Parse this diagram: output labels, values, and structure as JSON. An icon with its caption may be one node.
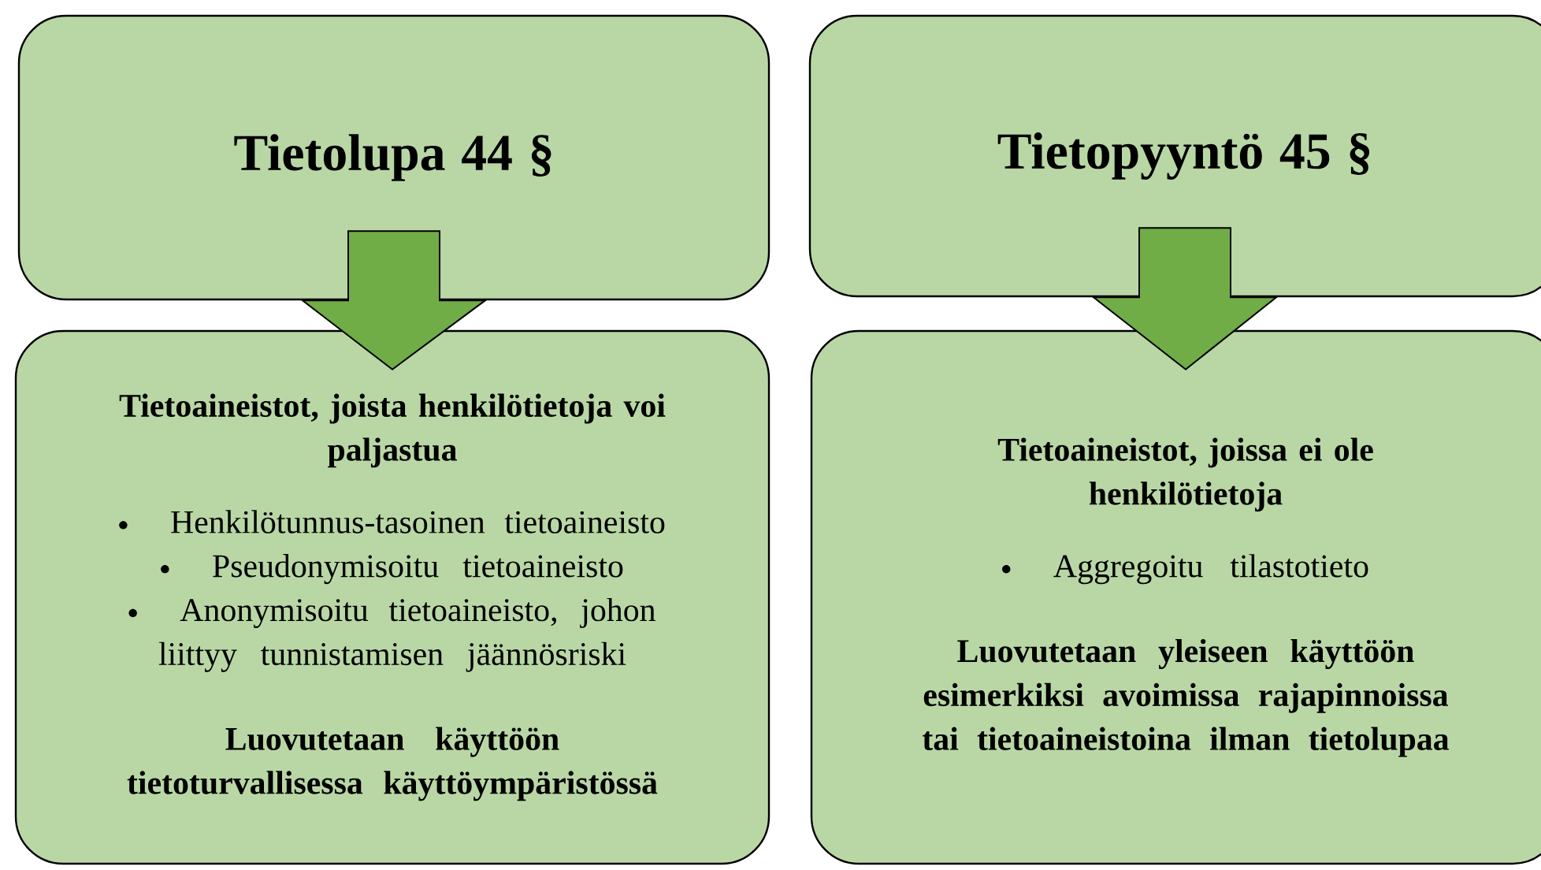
{
  "diagram": {
    "nodes": [
      {
        "text": [
          "Tietolupa 44 §"
        ]
      },
      {
        "text": [
          "Tietoaineistot, joista henkilötietoja voi paljastua",
          "Henkilötunnus-tasoinen tietoaineisto",
          "Pseudonymisoitu tietoaineisto",
          "Anonymisoitu tietoaineisto, johon liittyy tunnistamisen jäännösriski",
          "Luovutetaan käyttöön tietoturvallisessa käyttöympäristössä"
        ]
      },
      {
        "text": [
          "Tietopyyntö 45 §"
        ]
      },
      {
        "text": [
          "Tietoaineistot, joissa ei ole henkilötietoja",
          "Aggregoitu tilastotieto",
          "Luovutetaan yleiseen käyttöön esimerkiksi avoimissa rajapinnoissa tai tietoaineistoina ilman tietolupaa"
        ]
      }
    ],
    "edges": [
      {
        "from": 0,
        "to": 1,
        "arrow": "to"
      },
      {
        "from": 2,
        "to": 3,
        "arrow": "to"
      }
    ]
  }
}
